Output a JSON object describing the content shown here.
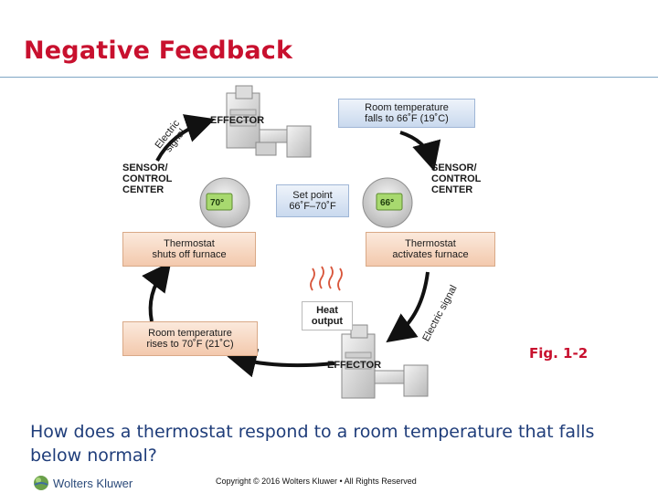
{
  "slide": {
    "title": "Negative Feedback",
    "fig_label": "Fig. 1-2",
    "question": "How does a thermostat respond to a room temperature that falls below normal?",
    "copyright": "Copyright © 2016 Wolters Kluwer • All Rights Reserved",
    "logo_text": "Wolters Kluwer"
  },
  "diagram": {
    "top_box": "Room temperature\nfalls to 66˚F (19˚C)",
    "bottom_box": "Room temperature\nrises to 70˚F (21˚C)",
    "left_mid_box": "Thermostat\nshuts off furnace",
    "right_mid_box": "Thermostat\nactivates furnace",
    "center_box": "Set point\n66˚F–70˚F",
    "heat_output": "Heat\noutput",
    "effector_top": "EFFECTOR",
    "effector_bottom": "EFFECTOR",
    "sensor_left": "SENSOR/\nCONTROL\nCENTER",
    "sensor_right": "SENSOR/\nCONTROL\nCENTER",
    "signal_left": "Electric\nsignal",
    "signal_right": "Electric signal",
    "thermo_left_reading": "70°",
    "thermo_right_reading": "66°"
  },
  "colors": {
    "title": "#c8102e",
    "question": "#1f3d7a",
    "peach_box": "#f3c9ad",
    "blue_box": "#c9d9ee"
  }
}
